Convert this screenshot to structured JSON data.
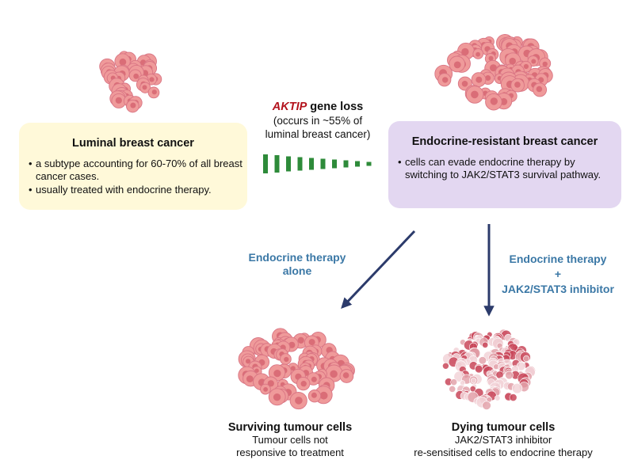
{
  "luminal": {
    "title": "Luminal breast cancer",
    "bullets": [
      "a subtype accounting for 60-70% of all breast cancer cases.",
      "usually treated with endocrine therapy."
    ]
  },
  "gene_loss": {
    "gene": "AKTIP",
    "title_rest": " gene loss",
    "line2": "(occurs in ~55% of",
    "line3": "luminal breast cancer)"
  },
  "resistant": {
    "title": "Endocrine-resistant breast cancer",
    "bullets": [
      "cells can evade endocrine therapy by switching to JAK2/STAT3 survival pathway."
    ]
  },
  "routes": {
    "left": {
      "line1": "Endocrine therapy",
      "line2": "alone"
    },
    "right": {
      "line1": "Endocrine therapy",
      "line2": "+",
      "line3": "JAK2/STAT3 inhibitor"
    }
  },
  "outcomes": {
    "surviving": {
      "title": "Surviving tumour cells",
      "line1": "Tumour cells not",
      "line2": "responsive to treatment"
    },
    "dying": {
      "title": "Dying tumour cells",
      "line1": "JAK2/STAT3 inhibitor",
      "line2": "re-sensitised cells to endocrine therapy"
    }
  },
  "colors": {
    "luminal_box": "#fff9d9",
    "resistant_box": "#e3d7f1",
    "gene_red": "#b3121c",
    "route_blue": "#3b78a6",
    "arrow_navy": "#2c3b6b",
    "bar_green": "#2e8b3a",
    "cell_pink": "#ef9a9a",
    "cell_dark": "#c9485b"
  },
  "icons": {
    "luminal_cluster": "cell-cluster-icon",
    "resistant_cluster": "cell-cluster-icon",
    "surviving_cluster": "cell-cluster-icon",
    "dying_cluster": "dispersing-cell-cluster-icon"
  }
}
